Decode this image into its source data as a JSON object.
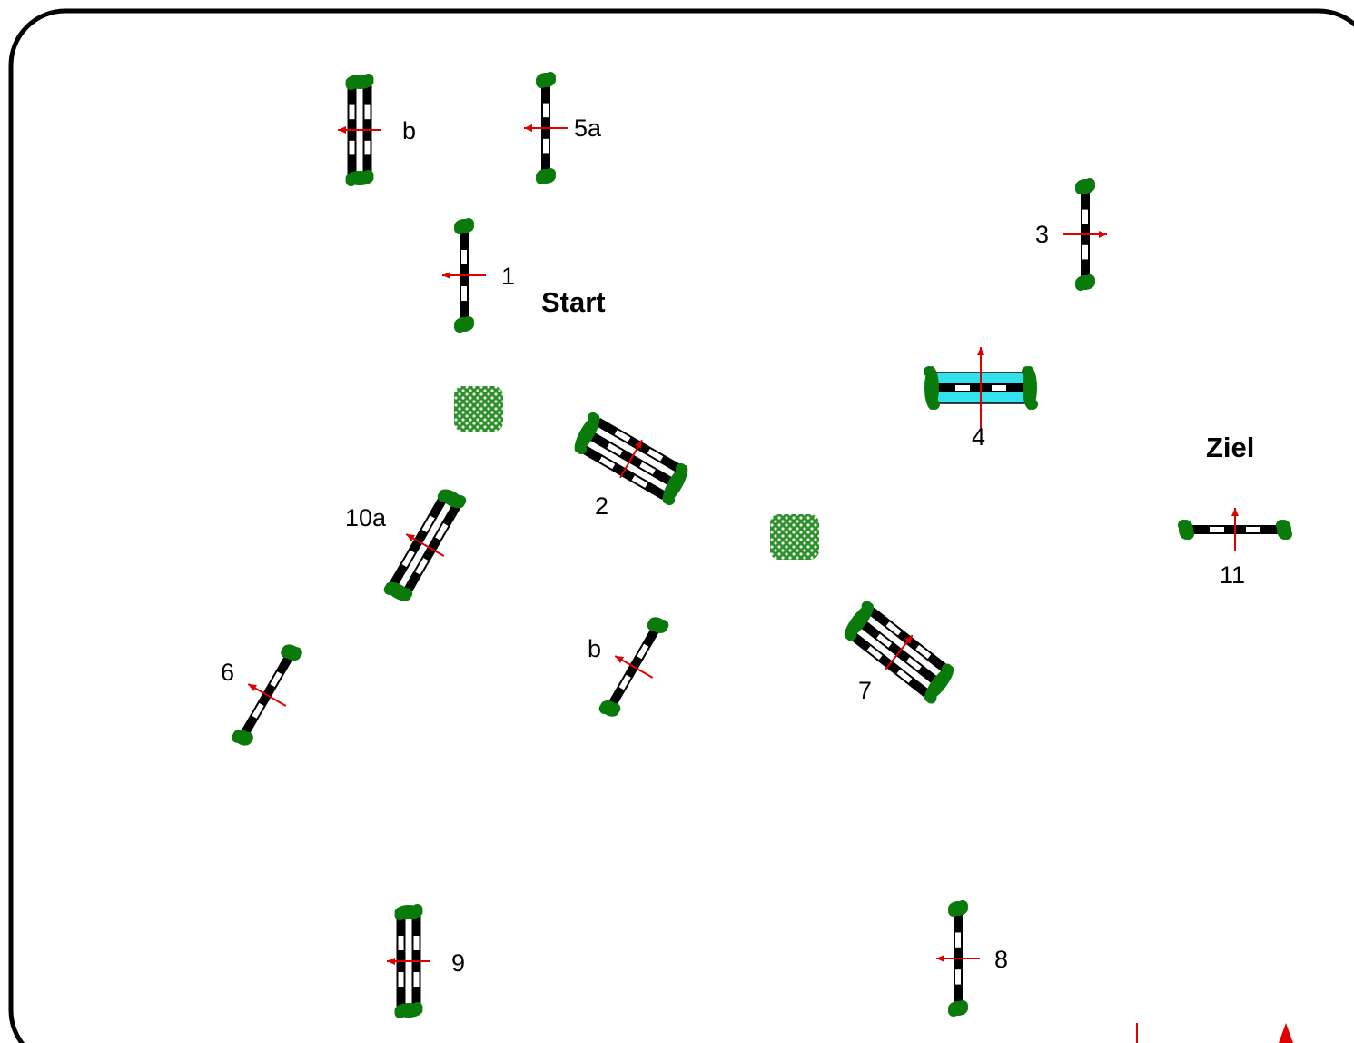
{
  "course": {
    "start_label": "Start",
    "finish_label": "Ziel"
  },
  "obstacles": [
    {
      "key": "1",
      "label": "1",
      "type": "vertical",
      "rails": 1,
      "direction": "left"
    },
    {
      "key": "2",
      "label": "2",
      "type": "oxer",
      "rails": 3,
      "direction": "forward"
    },
    {
      "key": "3",
      "label": "3",
      "type": "vertical",
      "rails": 1,
      "direction": "right"
    },
    {
      "key": "4",
      "label": "4",
      "type": "water",
      "rails": 1,
      "direction": "up"
    },
    {
      "key": "5a",
      "label": "5a",
      "type": "vertical",
      "rails": 1,
      "direction": "left"
    },
    {
      "key": "5b",
      "label": "b",
      "type": "oxer",
      "rails": 2,
      "direction": "left"
    },
    {
      "key": "6",
      "label": "6",
      "type": "vertical",
      "rails": 1,
      "direction": "forward"
    },
    {
      "key": "7",
      "label": "7",
      "type": "oxer",
      "rails": 3,
      "direction": "forward"
    },
    {
      "key": "8",
      "label": "8",
      "type": "vertical",
      "rails": 1,
      "direction": "left"
    },
    {
      "key": "9",
      "label": "9",
      "type": "oxer",
      "rails": 2,
      "direction": "left"
    },
    {
      "key": "10a",
      "label": "10a",
      "type": "oxer",
      "rails": 2,
      "direction": "forward"
    },
    {
      "key": "10b",
      "label": "b",
      "type": "vertical",
      "rails": 1,
      "direction": "forward"
    },
    {
      "key": "11",
      "label": "11",
      "type": "vertical",
      "rails": 1,
      "direction": "up"
    }
  ],
  "colors": {
    "arena_border": "#000000",
    "rail_dark": "#000000",
    "rail_light": "#ffffff",
    "standard_green": "#0a7a0a",
    "direction_arrow": "#e00000",
    "water": "#33e0ee",
    "bush": "#2f8f2f"
  },
  "decorations": [
    "bush-icon",
    "bush-icon"
  ]
}
